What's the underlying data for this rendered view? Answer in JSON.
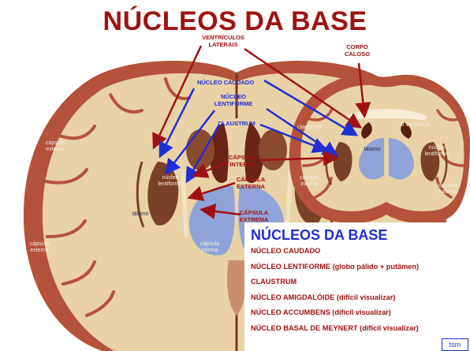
{
  "slide": {
    "title": "NÚCLEOS DA BASE",
    "subtitle": "NÚCLEOS DA BASE",
    "footer_tag": "tsm"
  },
  "pointer_labels": {
    "ventriculos": "VENTRÍCULOS\nLATERAIS",
    "corpo_caloso": "CORPO\nCALOSO",
    "nucleo_caudado": "NÚCLEO CAUDADO",
    "nucleo_lentiforme": "NÚCLEO\nLENTIFORME",
    "claustrum": "CLAUSTRUM",
    "capsula_interna": "CÁPSULA\nINTERNA",
    "capsula_externa": "CÁPSULA\nEXTERNA",
    "capsula_extrema": "CÁPSULA\nEXTREMA"
  },
  "image_labels": {
    "axial_capsula_externa_left": "cápsula\nexterna",
    "axial_capsula_externa_lower": "cápsula\nexterna",
    "axial_nucleo_lentiforme": "núcleo\nlentiforme",
    "axial_talamo": "tálamo",
    "axial_capsula_interna": "cápsula\ninterna",
    "coronal_claustrum": "claustrum",
    "coronal_iii_ventriculo": "III ventrículo",
    "coronal_talamo": "tálamo",
    "coronal_nucleo_lentiforme": "núcleo\nlentiforme",
    "coronal_capsula_interna": "cápsula\ninterna",
    "coronal_capsula_externa": "cápsula\nexterna"
  },
  "list_items": [
    "NÚCLEO CAUDADO",
    "NÚCLEO LENTIFORME (globo pálido + putâmen)",
    "CLAUSTRUM",
    "NÚCLEO AMIGDALÓIDE (difícil visualizar)",
    "NÚCLEO ACCUMBENS (difícil visualizar)",
    "NÚCLEO BASAL DE MEYNERT (difícil visualizar)"
  ],
  "colors": {
    "title": "#a01212",
    "subtitle": "#1f2fd6",
    "red_arrow": "#a01212",
    "blue_arrow": "#1f2fd6",
    "gray_matter": "#b5523a",
    "white_matter": "#e9d2a6",
    "deep_nuclei": "#8fa3d8"
  }
}
